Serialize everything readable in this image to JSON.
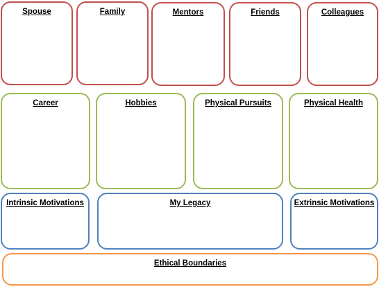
{
  "boxes": {
    "spouse": "Spouse",
    "family": "Family",
    "mentors": "Mentors",
    "friends": "Friends",
    "colleagues": "Colleagues",
    "career": "Career",
    "hobbies": "Hobbies",
    "physical_pursuits": "Physical Pursuits",
    "physical_health": "Physical Health",
    "intrinsic_motivations": "Intrinsic Motivations",
    "my_legacy": "My Legacy",
    "extrinsic_motivations": "Extrinsic Motivations",
    "ethical_boundaries": "Ethical Boundaries"
  },
  "colors": {
    "relationships_border": "#c0504d",
    "pursuits_border": "#9bbb59",
    "motivations_border": "#4f81bd",
    "boundaries_border": "#f79646"
  }
}
